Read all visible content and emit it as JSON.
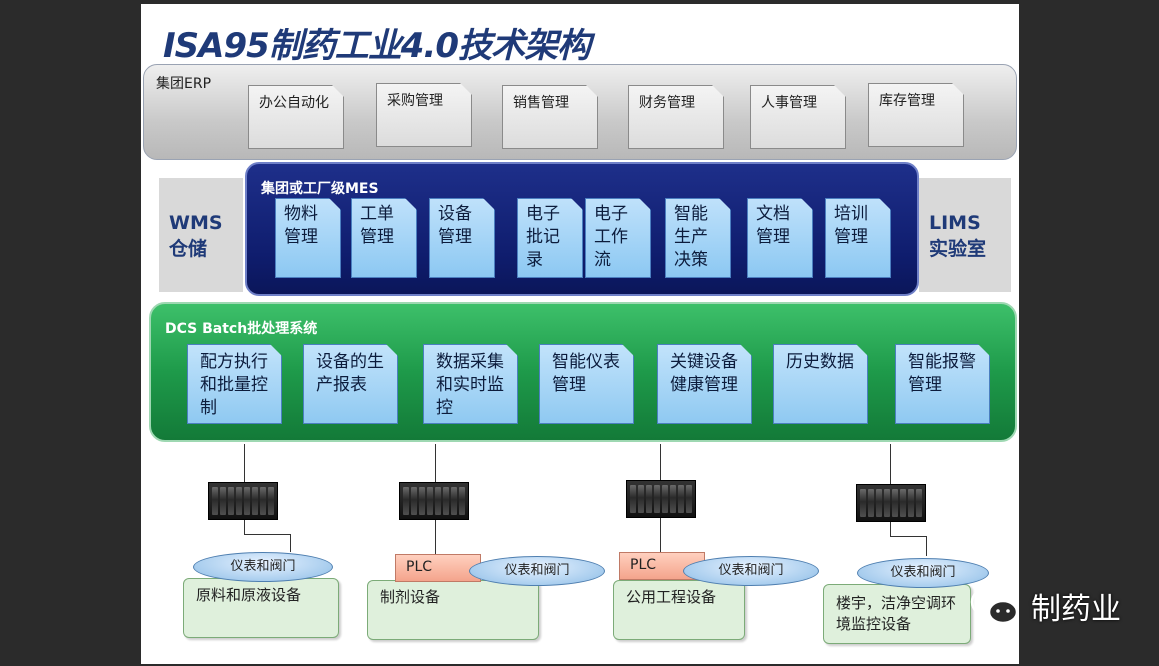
{
  "title": "ISA95制药工业4.0技术架构",
  "erp": {
    "label": "集团ERP",
    "modules": [
      "办公自动化",
      "采购管理",
      "销售管理",
      "财务管理",
      "人事管理",
      "库存管理"
    ]
  },
  "wms": {
    "line1": "WMS",
    "line2": "仓储"
  },
  "lims": {
    "line1": "LIMS",
    "line2": "实验室"
  },
  "mes": {
    "label": "集团或工厂级MES",
    "modules": [
      "物料管理",
      "工单管理",
      "设备管理",
      "电子批记录",
      "电子工作流",
      "智能生产决策",
      "文档管理",
      "培训管理"
    ]
  },
  "dcs": {
    "label": "DCS Batch批处理系统",
    "modules": [
      "配方执行和批量控制",
      "设备的生产报表",
      "数据采集和实时监控",
      "智能仪表管理",
      "关键设备健康管理",
      "历史数据",
      "智能报警管理"
    ]
  },
  "field": {
    "plc_label": "PLC",
    "valve_label": "仪表和阀门",
    "equipment": [
      "原料和原液设备",
      "制剂设备",
      "公用工程设备",
      "楼宇，洁净空调环境监控设备"
    ]
  },
  "watermark": {
    "text": "制药业",
    "icon": "wechat-icon"
  }
}
